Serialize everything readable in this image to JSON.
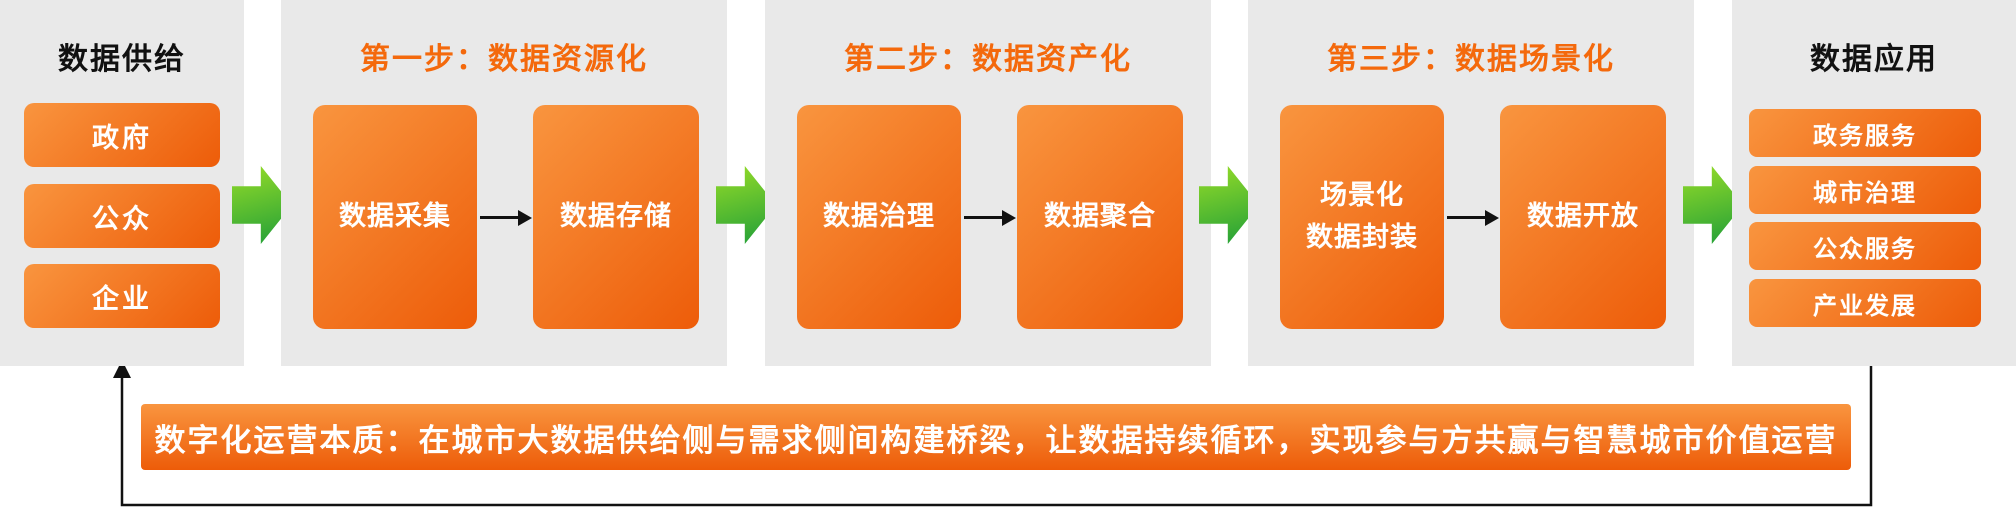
{
  "supply": {
    "title": "数据供给",
    "items": [
      "政府",
      "公众",
      "企业"
    ]
  },
  "steps": [
    {
      "title": "第一步：数据资源化",
      "boxes": [
        "数据采集",
        "数据存储"
      ]
    },
    {
      "title": "第二步：数据资产化",
      "boxes": [
        "数据治理",
        "数据聚合"
      ]
    },
    {
      "title": "第三步：数据场景化",
      "boxes": [
        "场景化\n数据封装",
        "数据开放"
      ]
    }
  ],
  "application": {
    "title": "数据应用",
    "items": [
      "政务服务",
      "城市治理",
      "公众服务",
      "产业发展"
    ]
  },
  "banner": {
    "text": "数字化运营本质：在城市大数据供给侧与需求侧间构建桥梁，让数据持续循环，实现参与方共赢与智慧城市价值运营"
  },
  "colors": {
    "panel_gray": "#E9E9E9",
    "orange_light": "#F9953F",
    "orange_dark": "#ED5C09",
    "green_light": "#96DC28",
    "green_dark": "#1F9E38",
    "step_title_orange": "#F4690C",
    "banner_text": "#FFFFFF",
    "line_black": "#111111"
  }
}
